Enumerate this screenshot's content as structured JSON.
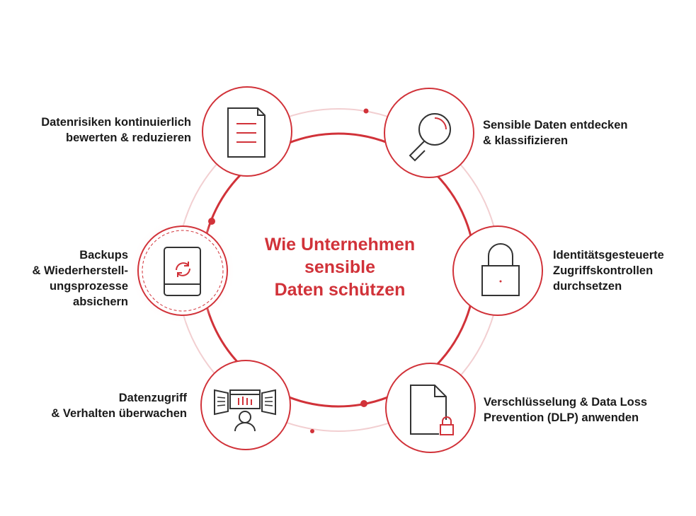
{
  "title_lines": [
    "Wie Unternehmen",
    "sensible",
    "Daten schützen"
  ],
  "nodes": [
    {
      "id": "risk",
      "icon": "document-icon",
      "lines": [
        "Datenrisiken kontinuierlich",
        "bewerten & reduzieren"
      ]
    },
    {
      "id": "discover",
      "icon": "magnifier-icon",
      "lines": [
        "Sensible Daten entdecken",
        "& klassifizieren"
      ]
    },
    {
      "id": "access",
      "icon": "padlock-icon",
      "lines": [
        "Identitätsgesteuerte",
        "Zugriffskontrollen",
        "durchsetzen"
      ]
    },
    {
      "id": "dlp",
      "icon": "locked-file-icon",
      "lines": [
        "Verschlüsselung & Data Loss",
        "Prevention (DLP) anwenden"
      ]
    },
    {
      "id": "monitor",
      "icon": "monitoring-user-icon",
      "lines": [
        "Datenzugriff",
        "& Verhalten überwachen"
      ]
    },
    {
      "id": "backup",
      "icon": "backup-device-icon",
      "lines": [
        "Backups",
        "& Wiederherstell-",
        "ungsprozesse",
        "absichern"
      ]
    }
  ],
  "colors": {
    "accent": "#d13239",
    "ring_light": "#f3d0d2",
    "text": "#1a1a1a",
    "icon": "#333333"
  }
}
